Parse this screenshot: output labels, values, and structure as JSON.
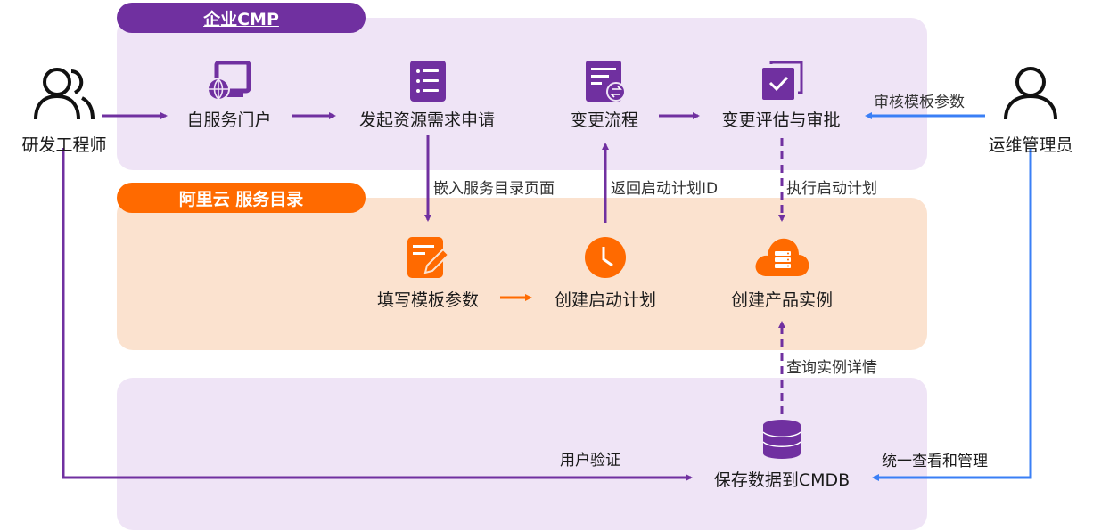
{
  "groups": {
    "cmp": {
      "label": "企业CMP",
      "color": "#7030a0",
      "fill": "#efe4f6"
    },
    "catalog": {
      "label": "阿里云 服务目录",
      "color": "#ff6a00",
      "fill": "#fbe2cf"
    },
    "cmdb": {
      "label": "",
      "fill": "#efe4f6"
    }
  },
  "actors": {
    "developer": {
      "label": "研发工程师",
      "icon": "users-icon"
    },
    "ops_admin": {
      "label": "运维管理员",
      "icon": "user-icon"
    }
  },
  "nodes": {
    "portal": {
      "label": "自服务门户",
      "icon": "globe-monitor-icon"
    },
    "request": {
      "label": "发起资源需求申请",
      "icon": "list-document-icon"
    },
    "change_flow": {
      "label": "变更流程",
      "icon": "document-swap-icon"
    },
    "approval": {
      "label": "变更评估与审批",
      "icon": "checkbox-stack-icon"
    },
    "fill_params": {
      "label": "填写模板参数",
      "icon": "edit-document-icon"
    },
    "launch_plan": {
      "label": "创建启动计划",
      "icon": "clock-icon"
    },
    "product_instance": {
      "label": "创建产品实例",
      "icon": "cloud-server-icon"
    },
    "cmdb": {
      "label": "保存数据到CMDB",
      "icon": "database-icon"
    }
  },
  "edges": {
    "embed_catalog": "嵌入服务目录页面",
    "return_plan_id": "返回启动计划ID",
    "execute_plan": "执行启动计划",
    "review_params": "审核模板参数",
    "query_instance": "查询实例详情",
    "user_auth": "用户验证",
    "unified_manage": "统一查看和管理"
  },
  "colors": {
    "purple": "#7030a0",
    "orange": "#ff6a00",
    "blue": "#3a7ff6"
  }
}
